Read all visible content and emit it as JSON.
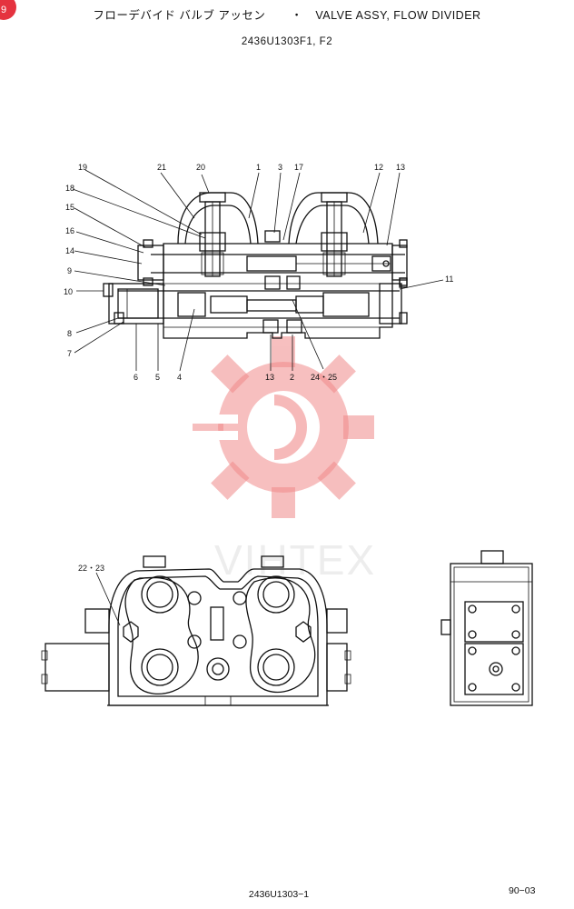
{
  "header": {
    "title_jp": "フローデバイド バルブ アッセン",
    "title_sep": "・",
    "title_en": "VALVE ASSY, FLOW DIVIDER",
    "part_number": "2436U1303F1, F2"
  },
  "footer": {
    "drawing_code": "2436U1303−1",
    "page_number": "90−03"
  },
  "badge": {
    "text": "9"
  },
  "watermark": {
    "text": "VIHTEX",
    "color": "#f08a8a"
  },
  "callouts": {
    "c1": "1",
    "c2": "2",
    "c3": "3",
    "c4": "4",
    "c5": "5",
    "c6": "6",
    "c7": "7",
    "c8": "8",
    "c9": "9",
    "c10": "10",
    "c11": "11",
    "c12": "12",
    "c13a": "13",
    "c13b": "13",
    "c14": "14",
    "c15": "15",
    "c16": "16",
    "c17": "17",
    "c18": "18",
    "c19": "19",
    "c20": "20",
    "c21": "21",
    "c2425": "24・25",
    "c2223": "22・23"
  }
}
